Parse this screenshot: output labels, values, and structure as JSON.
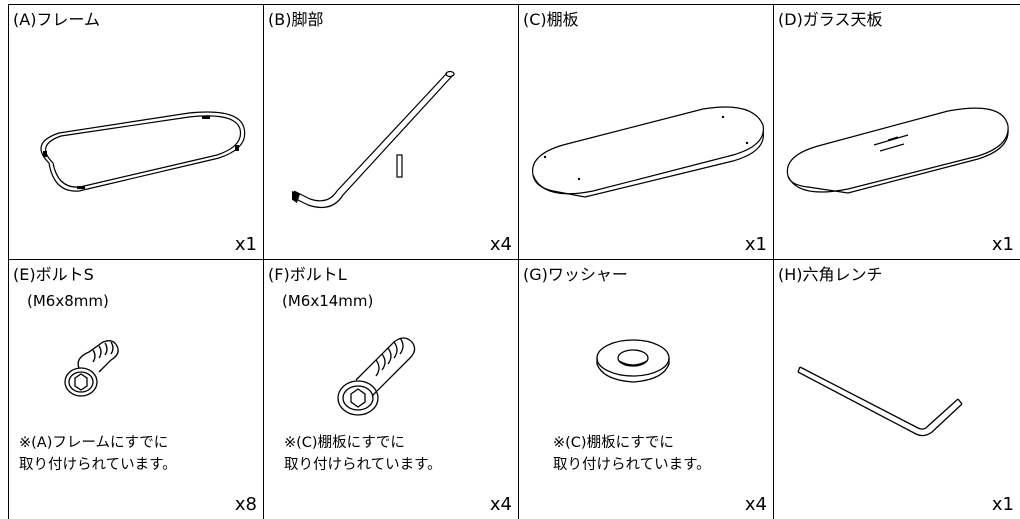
{
  "parts": [
    {
      "label": "(A)フレーム",
      "qty": "x1",
      "icon": "frame-icon"
    },
    {
      "label": "(B)脚部",
      "qty": "x4",
      "icon": "leg-icon"
    },
    {
      "label": "(C)棚板",
      "qty": "x1",
      "icon": "shelf-board-icon"
    },
    {
      "label": "(D)ガラス天板",
      "qty": "x1",
      "icon": "glass-top-icon"
    },
    {
      "label": "(E)ボルトS",
      "spec": "(M6x8mm)",
      "note1": "※(A)フレームにすでに",
      "note2": "取り付けられています。",
      "qty": "x8",
      "icon": "bolt-short-icon"
    },
    {
      "label": "(F)ボルトL",
      "spec": "(M6x14mm)",
      "note1": "※(C)棚板にすでに",
      "note2": "取り付けられています。",
      "qty": "x4",
      "icon": "bolt-long-icon"
    },
    {
      "label": "(G)ワッシャー",
      "note1": "※(C)棚板にすでに",
      "note2": "取り付けられています。",
      "qty": "x4",
      "icon": "washer-icon"
    },
    {
      "label": "(H)六角レンチ",
      "qty": "x1",
      "icon": "hex-wrench-icon"
    }
  ]
}
